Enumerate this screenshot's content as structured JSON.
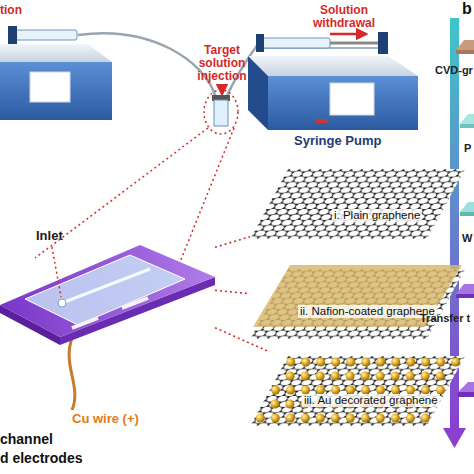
{
  "diagram": {
    "nodes": [
      {
        "text": [
          "Syringe Pump"
        ]
      },
      {
        "text": [
          "Inlet"
        ]
      },
      {
        "text": [
          "i. Plain graphene"
        ]
      },
      {
        "text": [
          "ii. Nafion-coated graphene"
        ]
      },
      {
        "text": [
          "iii. Au decorated graphene"
        ]
      },
      {
        "text": [
          "CVD-gr"
        ]
      },
      {
        "text": [
          "P"
        ]
      },
      {
        "text": [
          "W"
        ]
      },
      {
        "text": [
          "Transfer t"
        ]
      }
    ],
    "edges": [
      {
        "from": 1,
        "to": 2,
        "arrow": "none"
      },
      {
        "from": 1,
        "to": 3,
        "arrow": "none"
      },
      {
        "from": 1,
        "to": 4,
        "arrow": "none"
      }
    ],
    "labels": [
      "tion",
      "Solution withdrawal",
      "Target solution injection",
      "Cu wire (+)",
      "channel",
      "d electrodes",
      "b"
    ]
  }
}
